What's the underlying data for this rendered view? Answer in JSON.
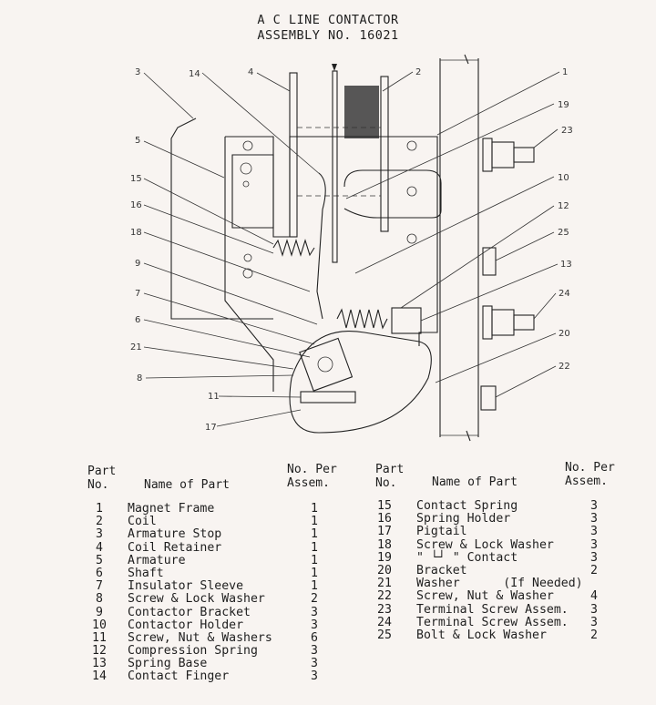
{
  "title": {
    "line1": "A C LINE CONTACTOR",
    "line2": "ASSEMBLY NO. 16021"
  },
  "callouts": [
    "1",
    "2",
    "3",
    "4",
    "5",
    "6",
    "7",
    "8",
    "9",
    "10",
    "11",
    "12",
    "13",
    "14",
    "15",
    "16",
    "17",
    "18",
    "19",
    "20",
    "21",
    "22",
    "23",
    "24",
    "25"
  ],
  "table": {
    "left_headers": {
      "part": "Part",
      "no": "No.",
      "name": "Name of Part",
      "per_line1": "No. Per",
      "per_line2": "Assem."
    },
    "right_headers": {
      "part": "Part",
      "no": "No.",
      "name": "Name of Part",
      "per_line1": "No. Per",
      "per_line2": "Assem."
    },
    "left": [
      {
        "no": "1",
        "name": "Magnet Frame",
        "qty": "1"
      },
      {
        "no": "2",
        "name": "Coil",
        "qty": "1"
      },
      {
        "no": "3",
        "name": "Armature Stop",
        "qty": "1"
      },
      {
        "no": "4",
        "name": "Coil Retainer",
        "qty": "1"
      },
      {
        "no": "5",
        "name": "Armature",
        "qty": "1"
      },
      {
        "no": "6",
        "name": "Shaft",
        "qty": "1"
      },
      {
        "no": "7",
        "name": "Insulator Sleeve",
        "qty": "1"
      },
      {
        "no": "8",
        "name": "Screw & Lock Washer",
        "qty": "2"
      },
      {
        "no": "9",
        "name": "Contactor Bracket",
        "qty": "3"
      },
      {
        "no": "10",
        "name": "Contactor Holder",
        "qty": "3"
      },
      {
        "no": "11",
        "name": "Screw, Nut & Washers",
        "qty": "6"
      },
      {
        "no": "12",
        "name": "Compression Spring",
        "qty": "3"
      },
      {
        "no": "13",
        "name": "Spring Base",
        "qty": "3"
      },
      {
        "no": "14",
        "name": "Contact Finger",
        "qty": "3"
      }
    ],
    "right": [
      {
        "no": "15",
        "name": "Contact Spring",
        "qty": "3"
      },
      {
        "no": "16",
        "name": "Spring Holder",
        "qty": "3"
      },
      {
        "no": "17",
        "name": "Pigtail",
        "qty": "3"
      },
      {
        "no": "18",
        "name": "Screw & Lock Washer",
        "qty": "3"
      },
      {
        "no": "19",
        "name": "\" └┘ \" Contact",
        "qty": "3"
      },
      {
        "no": "20",
        "name": "Bracket",
        "qty": "2"
      },
      {
        "no": "21",
        "name": "Washer      (If Needed)",
        "qty": ""
      },
      {
        "no": "22",
        "name": "Screw, Nut & Washer",
        "qty": "4"
      },
      {
        "no": "23",
        "name": "Terminal Screw Assem.",
        "qty": "3"
      },
      {
        "no": "24",
        "name": "Terminal Screw Assem.",
        "qty": "3"
      },
      {
        "no": "25",
        "name": "Bolt & Lock Washer",
        "qty": "2"
      }
    ]
  }
}
